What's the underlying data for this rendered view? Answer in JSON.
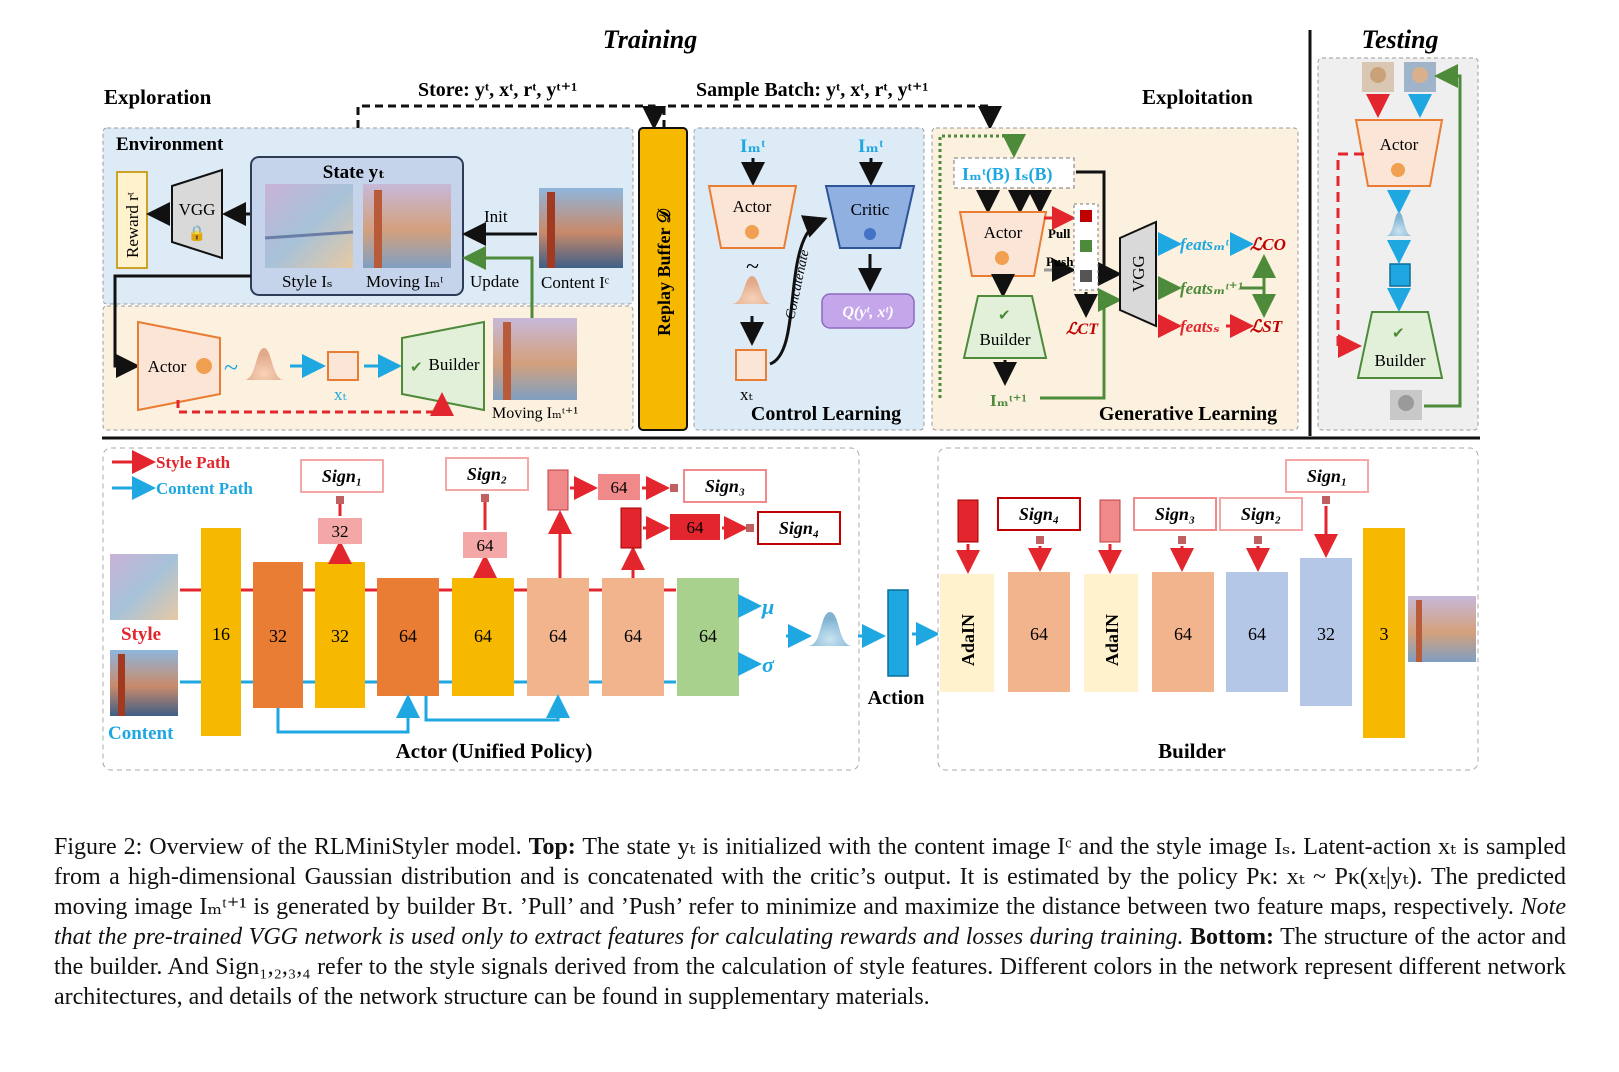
{
  "top": {
    "training_title": "Training",
    "testing_title": "Testing",
    "exploration_label": "Exploration",
    "exploitation_label": "Exploitation",
    "store_label": "Store: yᵗ, xᵗ, rᵗ, yᵗ⁺¹",
    "sample_label": "Sample Batch: yᵗ, xᵗ, rᵗ, yᵗ⁺¹",
    "environment_label": "Environment",
    "state_label": "State yₜ",
    "vgg_label": "VGG",
    "reward_label": "Reward rᵗ",
    "style_label": "Style Iₛ",
    "moving_label": "Moving Iₘᵗ",
    "content_label": "Content Iᶜ",
    "init_label": "Init",
    "update_label": "Update",
    "actor_label": "Actor",
    "builder_label": "Builder",
    "xt_label": "xₜ",
    "moving_next_label": "Moving Iₘᵗ⁺¹",
    "replay_label": "Replay Buffer 𝒟",
    "control": {
      "im_label": "Iₘᵗ",
      "actor": "Actor",
      "critic": "Critic",
      "concatenate": "Concatenate",
      "q_label": "Q(yᵗ, xᵗ)",
      "xt_label": "xₜ",
      "title": "Control Learning"
    },
    "generative": {
      "batch_label": "Iₘᵗ(B) Iₛ(B)",
      "actor": "Actor",
      "builder": "Builder",
      "pull": "Pull",
      "push": "Push",
      "vgg": "VGG",
      "feat_t": "featsₘᵗ",
      "feat_t1": "featsₘᵗ⁺¹",
      "feat_s": "featsₛ",
      "loss_co": "ℒCO",
      "loss_st": "ℒST",
      "loss_ct": "ℒCT",
      "next_label": "Iₘᵗ⁺¹",
      "title": "Generative Learning"
    },
    "testing": {
      "actor": "Actor",
      "builder": "Builder"
    }
  },
  "bottom": {
    "legend_style": "Style Path",
    "legend_content": "Content Path",
    "style_label": "Style",
    "content_label": "Content",
    "actor_title": "Actor (Unified Policy)",
    "builder_title": "Builder",
    "action_label": "Action",
    "mu": "μ",
    "sigma": "σ",
    "actor_blocks": [
      "16",
      "32",
      "32",
      "64",
      "64",
      "64",
      "64",
      "64"
    ],
    "side_blocks": [
      "32",
      "64",
      "64",
      "64"
    ],
    "signs": [
      "Sign₁",
      "Sign₂",
      "Sign₃",
      "Sign₄"
    ],
    "builder_adain": "AdaIN",
    "builder_blocks": [
      "64",
      "64",
      "64",
      "32",
      "3"
    ],
    "builder_signs": [
      "Sign₄",
      "Sign₃",
      "Sign₂",
      "Sign₁"
    ]
  },
  "caption": {
    "fig_label": "Figure 2: Overview of the RLMiniStyler model.",
    "top_bold": "Top:",
    "part1": "The state yₜ is initialized with the content image Iᶜ and the style image Iₛ. Latent-action xₜ is sampled from a high-dimensional Gaussian distribution and is concatenated with the critic’s output. It is estimated by the policy Pκ: xₜ ~ Pκ(xₜ|yₜ). The predicted moving image Iₘᵗ⁺¹ is generated by builder Bτ. ’Pull’ and ’Push’ refer to minimize and maximize the distance between two feature maps, respectively.",
    "italic": "Note that the pre-trained VGG network is used only to extract features for calculating rewards and losses during training.",
    "bottom_bold": "Bottom:",
    "part2": "The structure of the actor and the builder. And Sign₁,₂,₃,₄ refer to the style signals derived from the calculation of style features. Different colors in the network represent different network architectures, and details of the network structure can be found in supplementary materials."
  },
  "colors": {
    "red": "#e3262d",
    "blue": "#1ea7e0",
    "green": "#4d8a3a",
    "gold": "#f7b800",
    "orange_dark": "#e87d33",
    "peach": "#f2b48c",
    "light_green": "#a9d18e",
    "light_blue": "#b4c7e7"
  }
}
